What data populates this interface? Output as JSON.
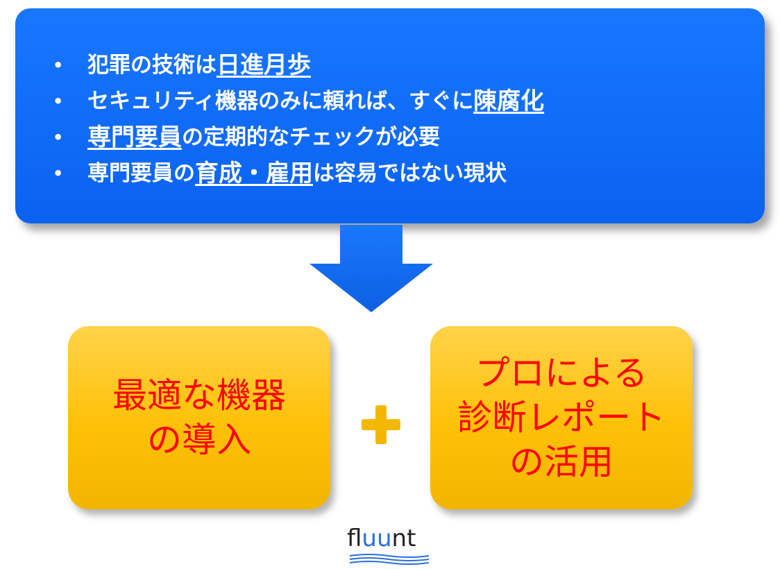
{
  "bullets": [
    {
      "segments": [
        {
          "text": "犯罪の技術は",
          "u": false
        },
        {
          "text": "日進月歩",
          "u": true
        }
      ]
    },
    {
      "segments": [
        {
          "text": "セキュリティ機器のみに頼れば、すぐに",
          "u": false
        },
        {
          "text": "陳腐化",
          "u": true
        }
      ]
    },
    {
      "segments": [
        {
          "text": "専門要員",
          "u": true
        },
        {
          "text": "の定期的なチェックが必要",
          "u": false
        }
      ]
    },
    {
      "segments": [
        {
          "text": "専門要員の",
          "u": false
        },
        {
          "text": "育成・雇用",
          "u": true
        },
        {
          "text": "は容易ではない現状",
          "u": false
        }
      ]
    }
  ],
  "bullet_glyph": "•",
  "left_box": {
    "lines": [
      "最適な機器",
      "の導入"
    ]
  },
  "right_box": {
    "lines": [
      "プロによる",
      "診断レポート",
      "の活用"
    ]
  },
  "logo": {
    "prefix": "fl",
    "middle": "uu",
    "suffix": "nt"
  },
  "colors": {
    "top_box": "#0a62f0",
    "box_fill": "#ffc107",
    "box_text": "#ff0000",
    "arrow": "#1670f0",
    "plus": "#f2b800",
    "logo_wave": "#2a6fdb"
  },
  "icons": {
    "arrow": "down-arrow-icon",
    "plus": "plus-icon",
    "logo_wave": "wave-icon"
  }
}
